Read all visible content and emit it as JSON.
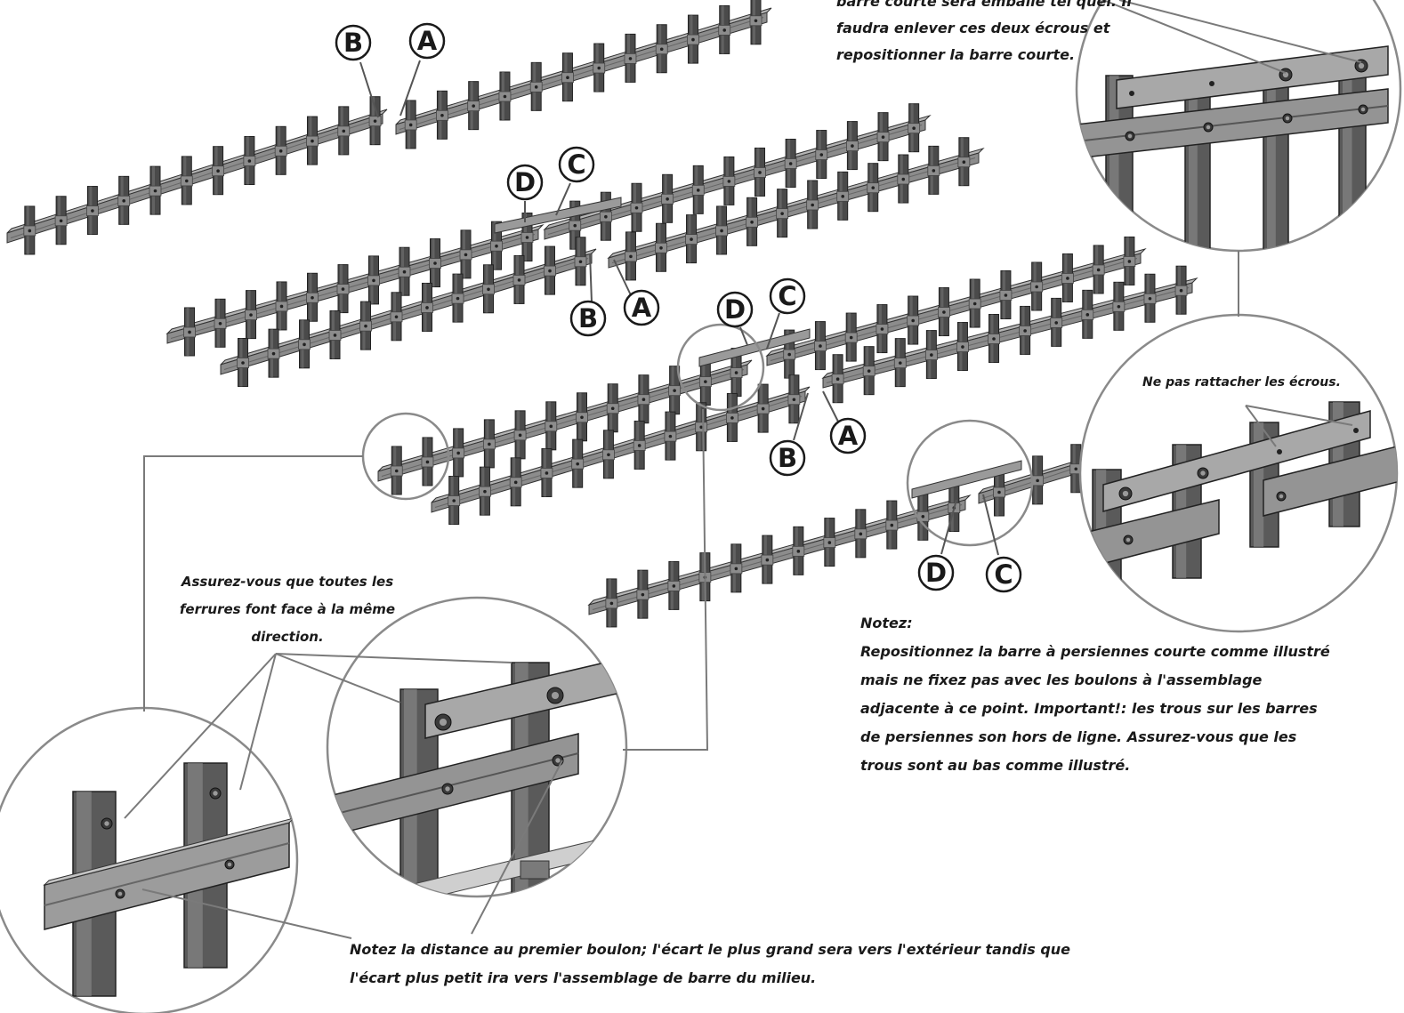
{
  "notes": {
    "top_right": {
      "line1": "barre courte sera emballé tel quel. Il",
      "line2": "faudra enlever ces deux écrous et",
      "line3": "repositionner la barre courte."
    },
    "nuts": "Ne pas rattacher les écrous.",
    "hardware": {
      "line1": "Assurez-vous que toutes les",
      "line2": "ferrures font face à la même",
      "line3": "direction."
    },
    "notez": {
      "heading": "Notez:",
      "line1": "Repositionnez la barre à persiennes courte comme illustré",
      "line2": "mais ne fixez pas avec les boulons à l'assemblage",
      "line3": "adjacente à ce point. Important!: les trous sur les barres",
      "line4": "de persiennes son hors de ligne. Assurez-vous que les",
      "line5": "trous sont au bas comme illustré."
    },
    "bottom": {
      "line1": "Notez la distance au premier boulon; l'écart le plus grand sera vers l'extérieur tandis que",
      "line2": "l'écart plus petit ira vers l'assemblage de barre du milieu."
    }
  },
  "labels": {
    "a": "A",
    "b": "B",
    "c": "C",
    "d": "D"
  },
  "colors": {
    "slat_dark": "#4a4a4a",
    "slat_top": "#777777",
    "rail_face": "#8c8c8c",
    "rail_top": "#b4b4b4",
    "leader": "#7a7a7a",
    "ink": "#1a1a1a"
  }
}
